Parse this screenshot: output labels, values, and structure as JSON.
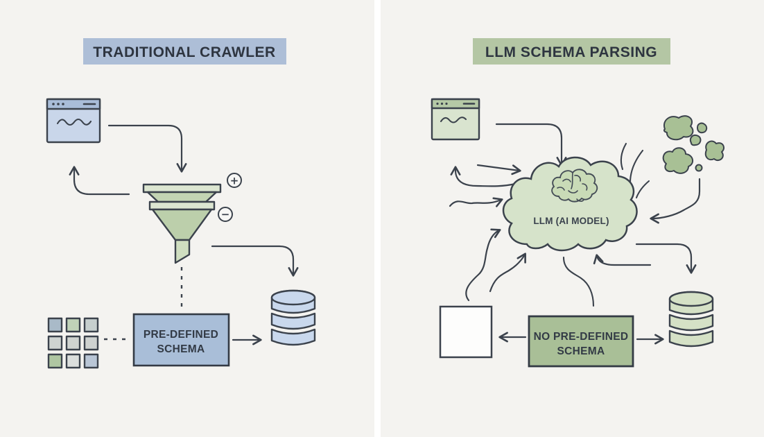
{
  "panels": {
    "left": {
      "title": "TRADITIONAL CRAWLER",
      "schema_box": {
        "line1": "PRE-DEFINED",
        "line2": "SCHEMA"
      },
      "funnel": {
        "plus": "+",
        "minus": "−"
      }
    },
    "right": {
      "title": "LLM SCHEMA PARSING",
      "cloud_label": "LLM (AI MODEL)",
      "schema_box": {
        "line1": "NO PRE-DEFINED",
        "line2": "SCHEMA"
      }
    }
  },
  "icons": {
    "left": [
      "browser-window-icon",
      "filter-funnel-icon",
      "plus-icon",
      "minus-icon",
      "grid-squares-icon",
      "database-icon"
    ],
    "right": [
      "browser-window-icon",
      "ai-cloud-icon",
      "brain-icon",
      "unstructured-blob-icon",
      "empty-box-icon",
      "database-icon"
    ]
  },
  "colors": {
    "panel_bg": "#f4f3f0",
    "divider": "#ffffff",
    "outline": "#3b424c",
    "blue_title": "#adbed7",
    "blue_header": "#a9bdd9",
    "blue_fill": "#c9d6ea",
    "blue_box": "#a9bed8",
    "db_blue": "#c9d8ed",
    "green_title": "#b4c6a4",
    "green_header": "#b5c9a6",
    "green_fill": "#d9e4cf",
    "green_box": "#a9bf97",
    "cloud_fill": "#d6e3ca",
    "blob_fill": "#a8c095",
    "db_green": "#d5e1c6"
  }
}
